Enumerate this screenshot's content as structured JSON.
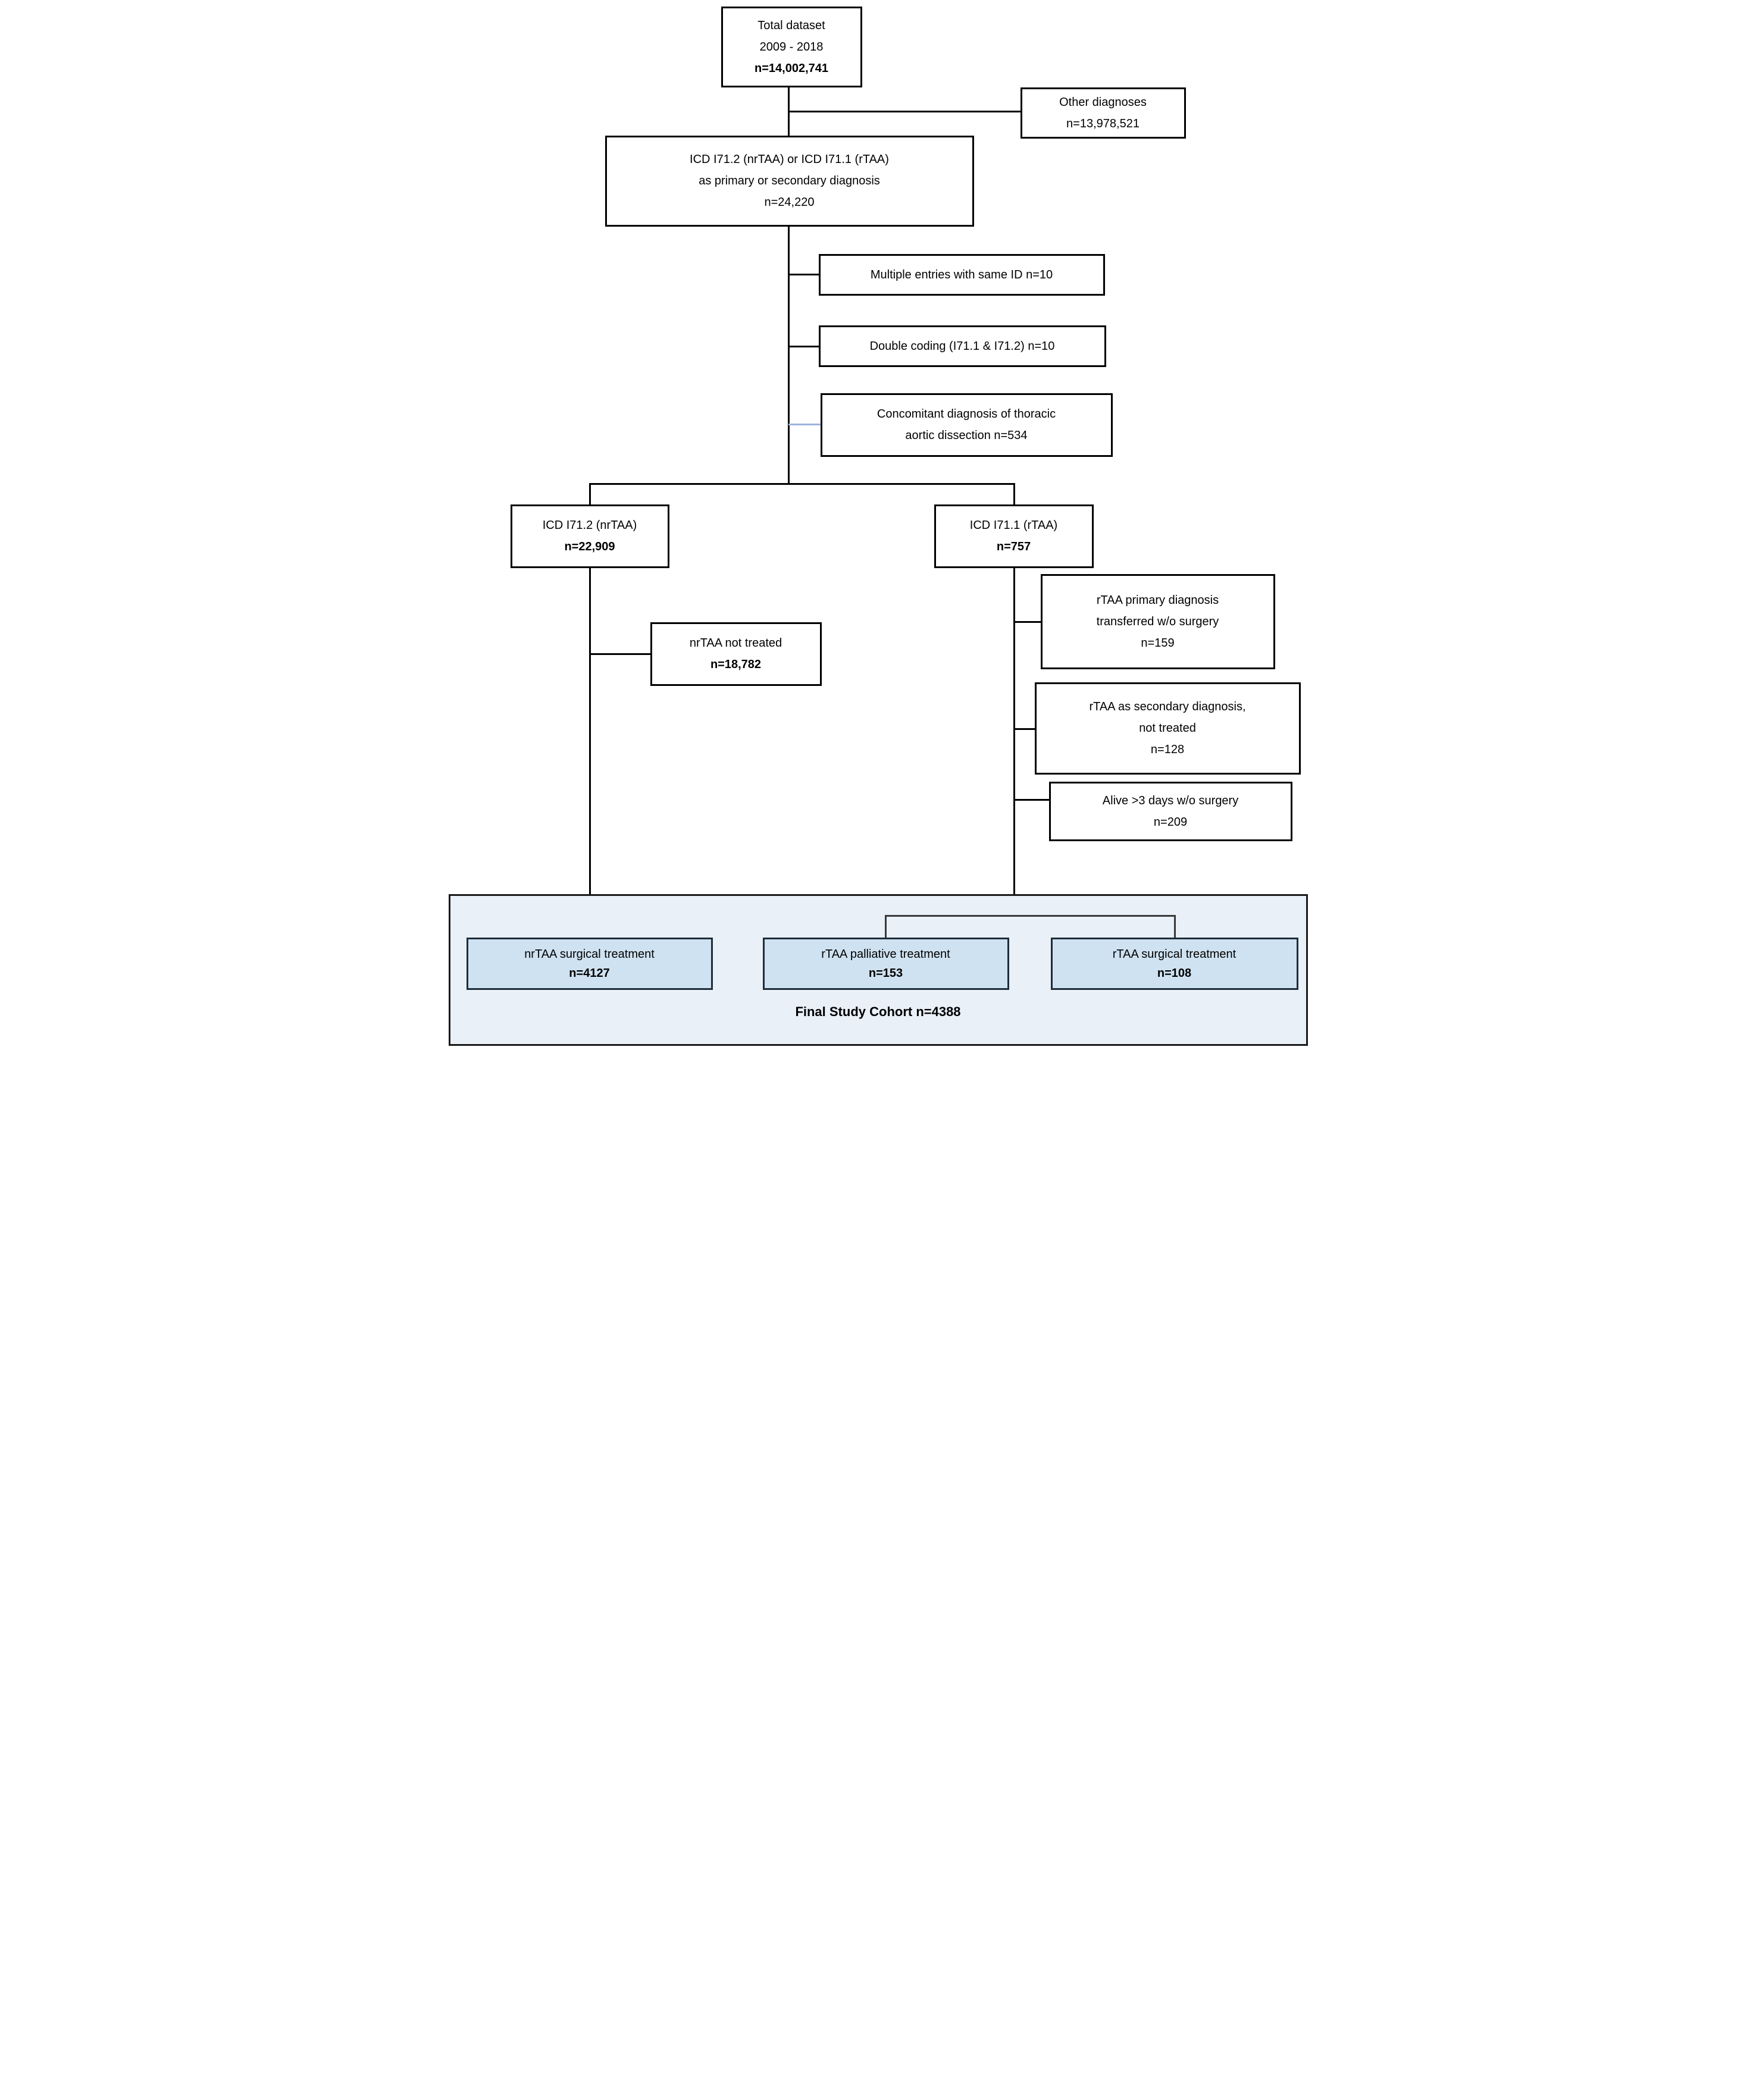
{
  "figure": {
    "type": "flowchart",
    "title_hint": "Study cohort selection flow diagram"
  },
  "colors": {
    "line": "#000000",
    "concomitant_connector": "#9db4e0",
    "box_border": "#000000",
    "box_fill": "#ffffff",
    "panel_fill": "#e9f0f8",
    "panel_border": "#1a1a1a",
    "treatment_fill": "#cfe2f1",
    "treatment_border": "#1f2d3a",
    "inner_connector": "#3a3a3a",
    "text": "#000000"
  },
  "nodes": {
    "total": {
      "line1": "Total dataset",
      "line2": "2009 - 2018",
      "n": "n=14,002,741"
    },
    "other": {
      "line1": "Other diagnoses",
      "n": "n=13,978,521"
    },
    "inclusion": {
      "line1": "ICD I71.2 (nrTAA) or ICD I71.1 (rTAA)",
      "line2": "as primary or secondary diagnosis",
      "n": "n=24,220"
    },
    "multiple": {
      "line1": "Multiple entries with same ID n=10"
    },
    "double": {
      "line1": "Double coding (I71.1 & I71.2) n=10"
    },
    "concomitant": {
      "line1": "Concomitant diagnosis of thoracic",
      "line2": "aortic dissection n=534"
    },
    "nrtaa": {
      "line1": "ICD I71.2 (nrTAA)",
      "n": "n=22,909"
    },
    "rtaa": {
      "line1": "ICD I71.1 (rTAA)",
      "n": "n=757"
    },
    "rtaa_primary": {
      "line1": "rTAA primary diagnosis",
      "line2": "transferred w/o surgery",
      "n": "n=159"
    },
    "nrtaa_not_treated": {
      "line1": "nrTAA not treated",
      "n": "n=18,782"
    },
    "rtaa_secondary": {
      "line1": "rTAA as secondary diagnosis,",
      "line2": "not treated",
      "n": "n=128"
    },
    "alive": {
      "line1": "Alive >3 days w/o surgery",
      "n": "n=209"
    },
    "nrtaa_surgical": {
      "line1": "nrTAA surgical treatment",
      "n": "n=4127"
    },
    "rtaa_palliative": {
      "line1": "rTAA palliative treatment",
      "n": "n=153"
    },
    "rtaa_surgical": {
      "line1": "rTAA surgical treatment",
      "n": "n=108"
    },
    "final_cohort": {
      "label": "Final Study Cohort n=4388"
    }
  }
}
